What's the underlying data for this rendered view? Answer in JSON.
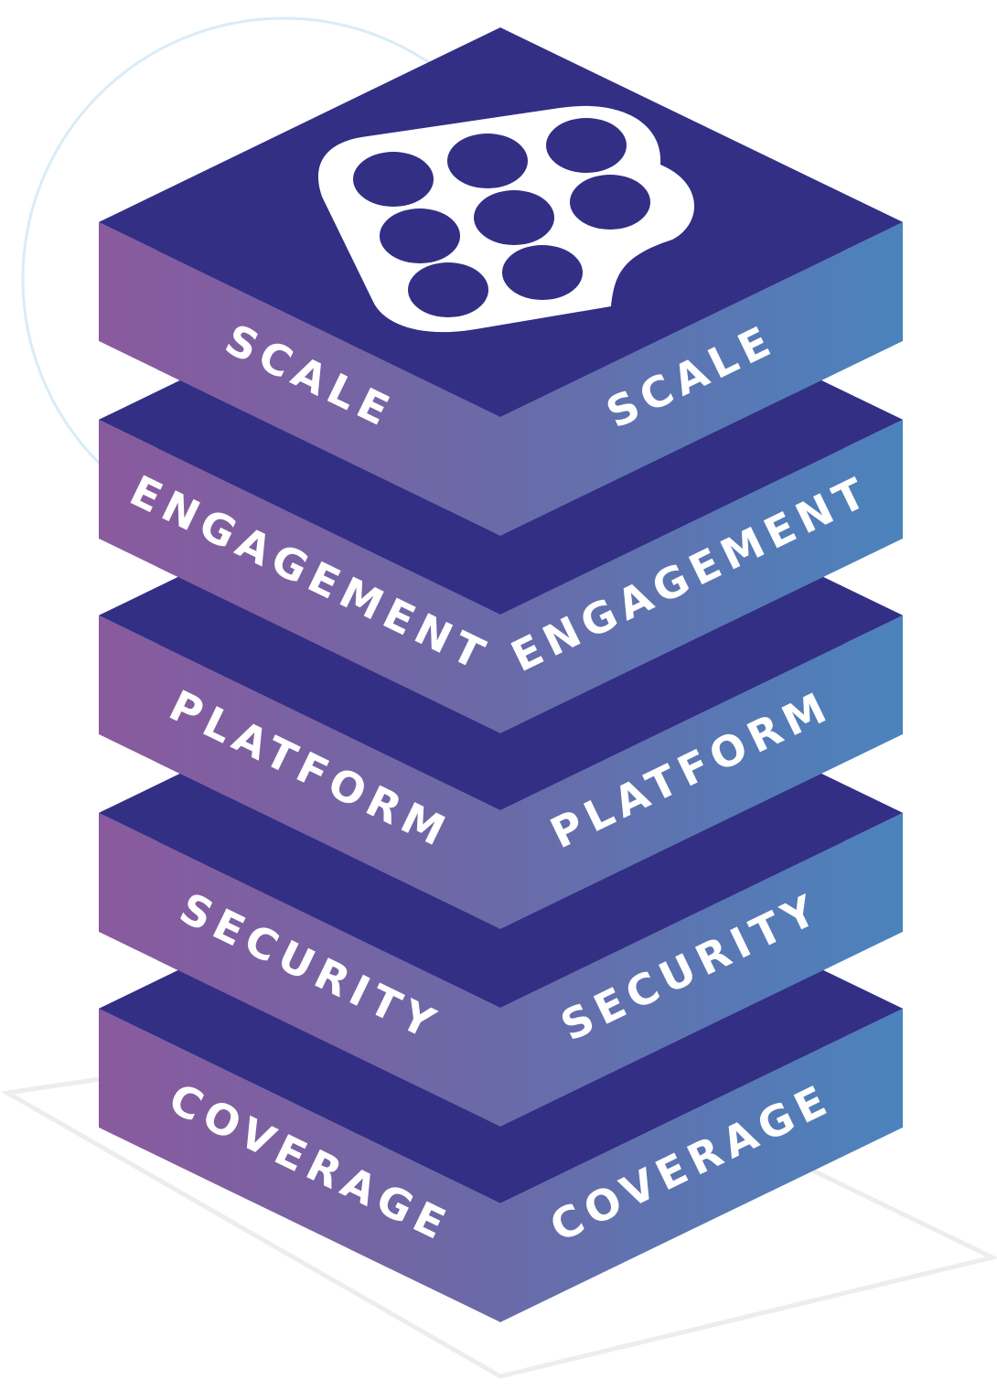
{
  "diagram": {
    "type": "isometric-layer-stack",
    "logo_icon": "seven-circles-badge-icon",
    "layers": [
      {
        "id": "scale",
        "label": "SCALE"
      },
      {
        "id": "engagement",
        "label": "ENGAGEMENT"
      },
      {
        "id": "platform",
        "label": "PLATFORM"
      },
      {
        "id": "security",
        "label": "SECURITY"
      },
      {
        "id": "coverage",
        "label": "COVERAGE"
      }
    ]
  },
  "colors": {
    "top_face": "#322f85",
    "left_face_start": "#8a5a9e",
    "left_face_end": "#6a6aa8",
    "right_face_start": "#6a6aa8",
    "right_face_end": "#4b83bd",
    "spacer_dark": "#33307f",
    "spacer_mid": "#473a98",
    "spacer_light": "#5352ad",
    "label_text": "#ffffff",
    "background_circle": "#d9ecf8",
    "floor_outline": "#ededed"
  }
}
